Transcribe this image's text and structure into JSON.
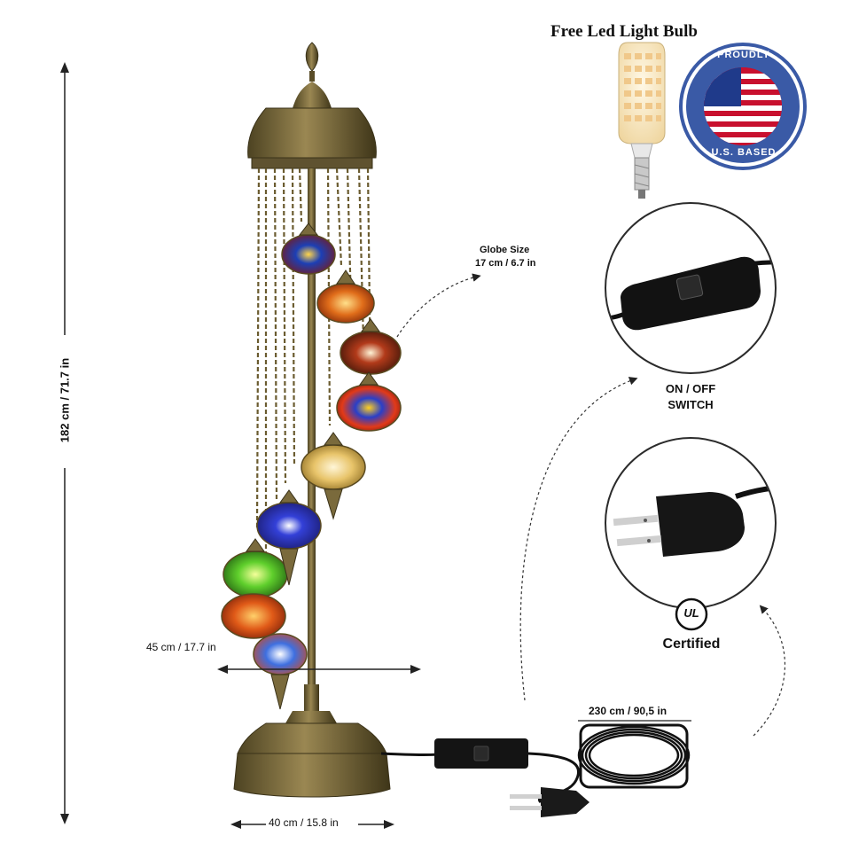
{
  "header": {
    "bulb_title": "Free Led  Light Bulb"
  },
  "badge": {
    "top_text": "PROUDLY",
    "bottom_text": "U.S. BASED"
  },
  "dimensions": {
    "height": "182 cm / 71.7 in",
    "width_globes": "45 cm / 17.7 in",
    "base_width": "40 cm / 15.8 in",
    "cord_length": "230 cm / 90,5 in",
    "globe_size_title": "Globe Size",
    "globe_size_value": "17 cm / 6.7 in"
  },
  "features": {
    "switch_line1": "ON / OFF",
    "switch_line2": "SWITCH",
    "ul_mark": "UL",
    "ul_certified": "Certified"
  },
  "colors": {
    "bronze": "#7a6a3c",
    "bronze_dark": "#4f4424",
    "flag_red": "#c8102e",
    "flag_blue": "#1f3a8a",
    "badge_blue": "#3a5aa6"
  }
}
